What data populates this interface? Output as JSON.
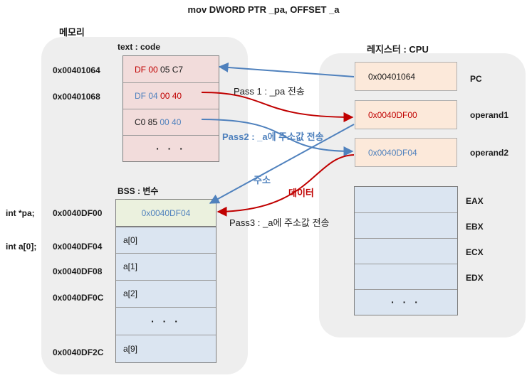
{
  "title": "mov  DWORD PTR _pa, OFFSET _a",
  "memory": {
    "label": "메모리",
    "text_label": "text : code",
    "code_rows": [
      {
        "address": "0x00401064",
        "bytes": [
          {
            "t": "DF 00",
            "c": "red"
          },
          {
            "t": " 05 C7",
            "c": "dark"
          }
        ]
      },
      {
        "address": "0x00401068",
        "bytes": [
          {
            "t": "DF 04",
            "c": "blue"
          },
          {
            "t": " 00 40",
            "c": "red"
          }
        ]
      },
      {
        "address": "",
        "bytes": [
          {
            "t": "C0 85 ",
            "c": "dark"
          },
          {
            "t": "00 40",
            "c": "blue"
          }
        ]
      },
      {
        "address": "",
        "bytes": [
          {
            "t": "· · ·",
            "c": "dark"
          }
        ]
      }
    ],
    "bss_label": "BSS : 변수",
    "bss_rows": [
      {
        "decl": "int *pa;",
        "address": "0x0040DF00",
        "value": "0x0040DF04"
      },
      {
        "decl": "int a[0];",
        "address": "0x0040DF04",
        "value": "a[0]"
      },
      {
        "decl": "",
        "address": "0x0040DF08",
        "value": "a[1]"
      },
      {
        "decl": "",
        "address": "0x0040DF0C",
        "value": "a[2]"
      },
      {
        "decl": "",
        "address": "",
        "value": "· · ·"
      },
      {
        "decl": "",
        "address": "0x0040DF2C",
        "value": "a[9]"
      }
    ]
  },
  "cpu": {
    "label": "레지스터 : CPU",
    "registers": [
      {
        "value": "0x00401064",
        "name": "PC",
        "color": "dark"
      },
      {
        "value": "0x0040DF00",
        "name": "operand1",
        "color": "red"
      },
      {
        "value": "0x0040DF04",
        "name": "operand2",
        "color": "blue"
      }
    ],
    "gp_registers": [
      "EAX",
      "EBX",
      "ECX",
      "EDX"
    ],
    "gp_more": "· · ·"
  },
  "annotations": {
    "pass1": "Pass 1 : _pa 전송",
    "pass2": "Pass2 : _a에 주소값 전송",
    "address": "주소",
    "data": "데이터",
    "pass3": "Pass3 : _a에 주소값 전송"
  },
  "colors": {
    "red": "#c00000",
    "blue": "#4f81bd",
    "pink": "#f2dcdb",
    "peach": "#fce9da",
    "light_blue": "#dbe5f1",
    "region": "#eeeeee"
  }
}
